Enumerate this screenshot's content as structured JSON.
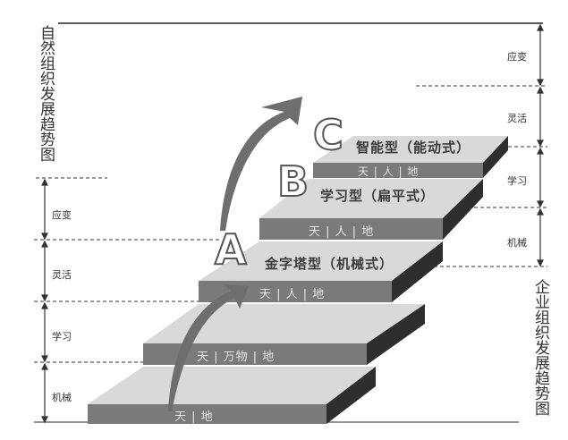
{
  "left_title": "自然组织发展趋势图",
  "right_title": "企业组织发展趋势图",
  "left_scale": [
    {
      "label": "应变"
    },
    {
      "label": "灵活"
    },
    {
      "label": "学习"
    },
    {
      "label": "机械"
    }
  ],
  "right_scale": [
    {
      "label": "应变"
    },
    {
      "label": "灵活"
    },
    {
      "label": "学习"
    },
    {
      "label": "机械"
    }
  ],
  "steps": [
    {
      "front_text": "天 | 地"
    },
    {
      "front_text": "天 | 万物 | 地"
    },
    {
      "front_text": "天 | 人 | 地"
    },
    {
      "front_text": "天 | 人 | 地"
    },
    {
      "front_text": "天 | 人 | 地"
    }
  ],
  "types": [
    {
      "letter": "A",
      "name": "金字塔型（机械式）"
    },
    {
      "letter": "B",
      "name": "学习型（扁平式）"
    },
    {
      "letter": "C",
      "name": "智能型（能动式）"
    }
  ],
  "colors": {
    "step_top": "#d9d9d9",
    "step_front": "#7a7a7a",
    "step_side": "#2e2e2e",
    "arrow": "#6e6e6e",
    "line": "#222222"
  }
}
